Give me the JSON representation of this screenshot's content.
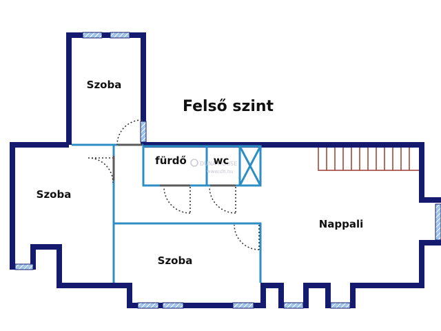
{
  "plan": {
    "title": "Felső szint",
    "rooms": {
      "bedroom_top": "Szoba",
      "bedroom_left": "Szoba",
      "bedroom_bottom": "Szoba",
      "bathroom": "fürdő",
      "toilet": "wc",
      "living_room": "Nappali"
    },
    "watermark": {
      "brand": "DUNA HOUSE",
      "url": "www.dh.hu"
    }
  },
  "colors": {
    "outer_wall": "#141a6e",
    "inner_wall": "#2d8ec4",
    "partition": "#5a5a5a",
    "window": "#9ec3e6",
    "stairs": "#9b3a2e",
    "door_swing": "#333333"
  }
}
